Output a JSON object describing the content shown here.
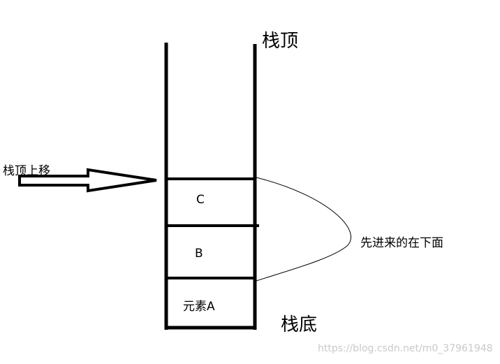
{
  "labels": {
    "stack_top": "栈顶",
    "stack_bottom": "栈底",
    "top_moves_up": "栈顶上移",
    "first_in_below": "先进来的在下面"
  },
  "elements": [
    {
      "label": "C"
    },
    {
      "label": "B"
    },
    {
      "label": "元素A"
    }
  ],
  "watermark": "https://blog.csdn.net/m0_37961948",
  "colors": {
    "stroke": "#000000",
    "watermark": "#c9c9c9"
  }
}
